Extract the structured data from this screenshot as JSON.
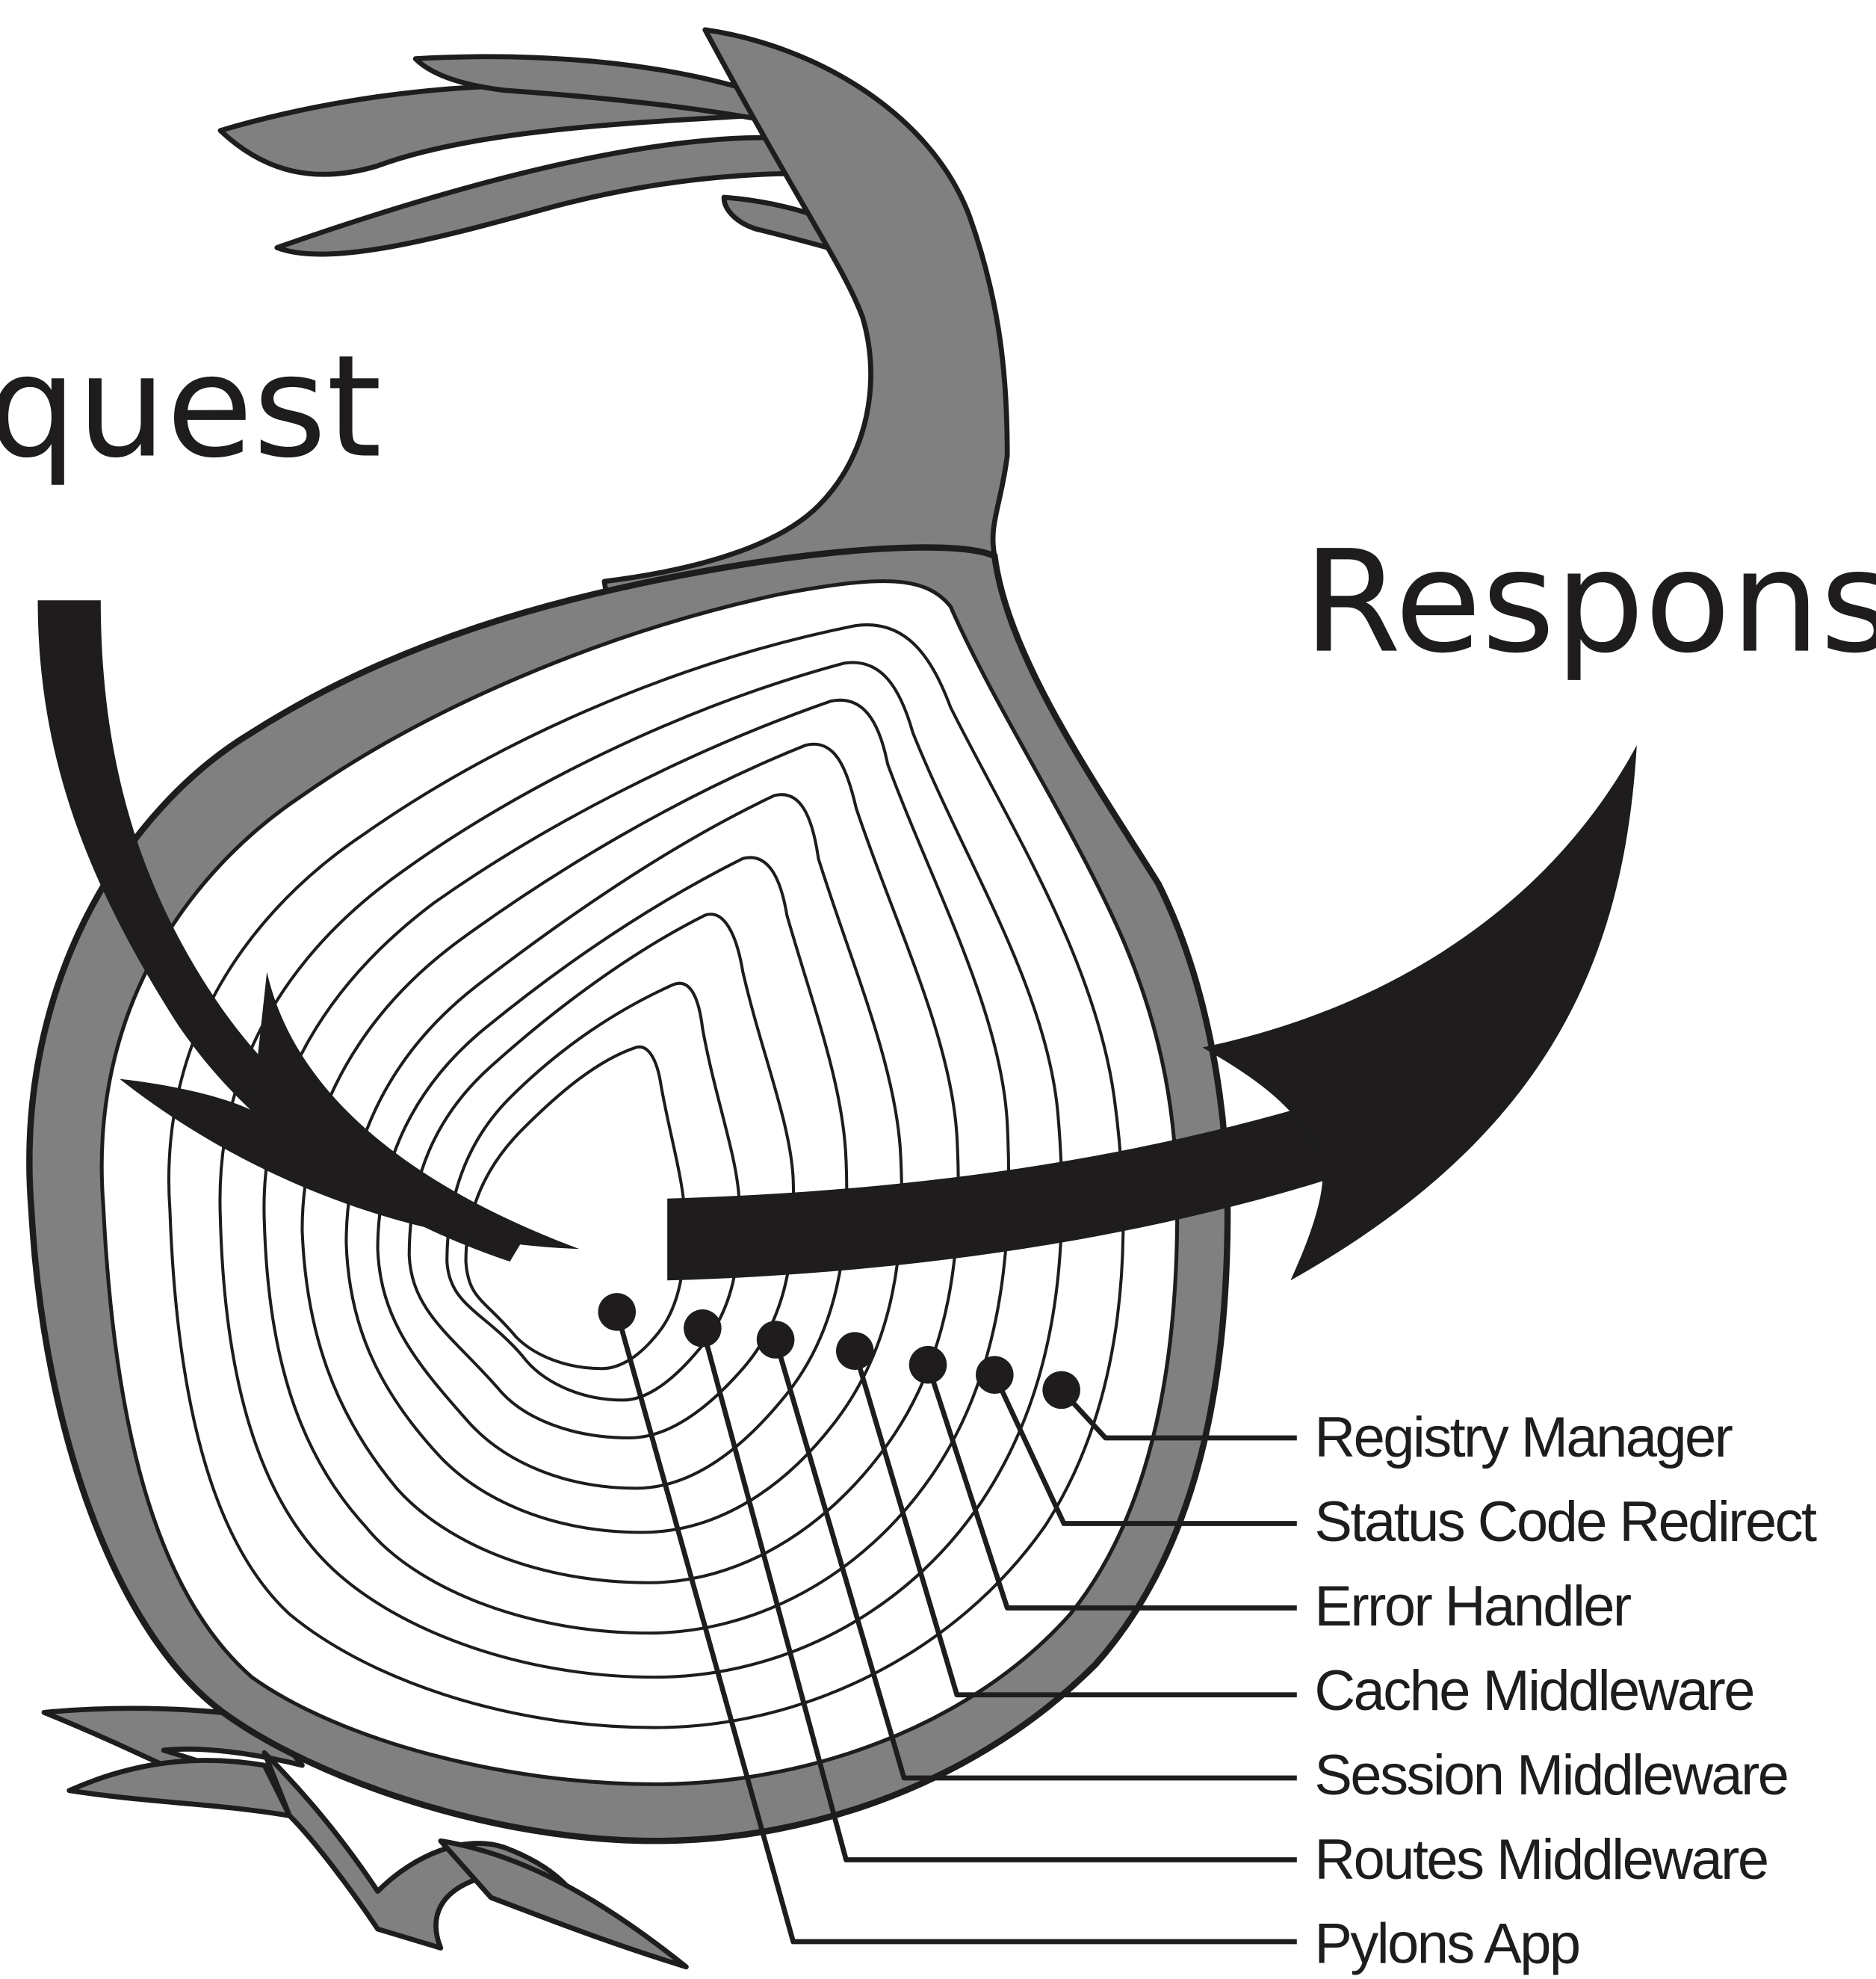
{
  "diagram": {
    "request_label": "quest",
    "response_label": "Respons",
    "layers": [
      "Registry Manager",
      "Status Code Redirect",
      "Error Handler",
      "Cache Middleware",
      "Session Middleware",
      "Routes Middleware",
      "Pylons App"
    ],
    "colors": {
      "ink": "#1e1c1d",
      "skin": "#808080",
      "flesh": "#ffffff"
    }
  }
}
